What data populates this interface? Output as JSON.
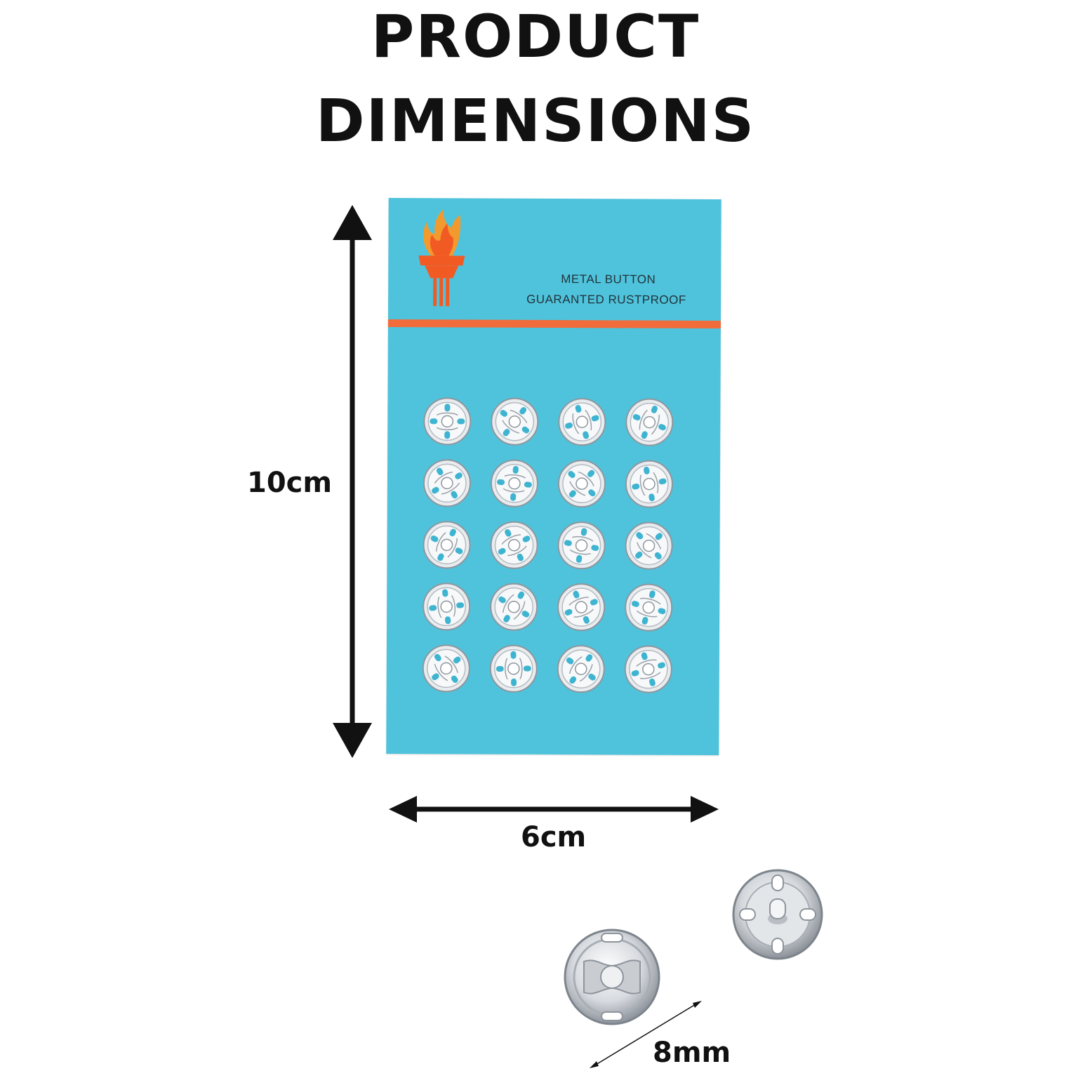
{
  "heading": {
    "line1": "PRODUCT",
    "line2": "DIMENSIONS"
  },
  "card": {
    "line1": "METAL BUTTON",
    "line2": "GUARANTED RUSTPROOF",
    "logo_icon": "torch-icon",
    "card_color": "#4fc3dc",
    "stripe_color": "#f26b3a",
    "snap_grid": {
      "rows": 5,
      "columns": 4,
      "count": 20
    }
  },
  "dimensions": {
    "height": "10cm",
    "width": "6cm",
    "diameter": "8mm"
  }
}
